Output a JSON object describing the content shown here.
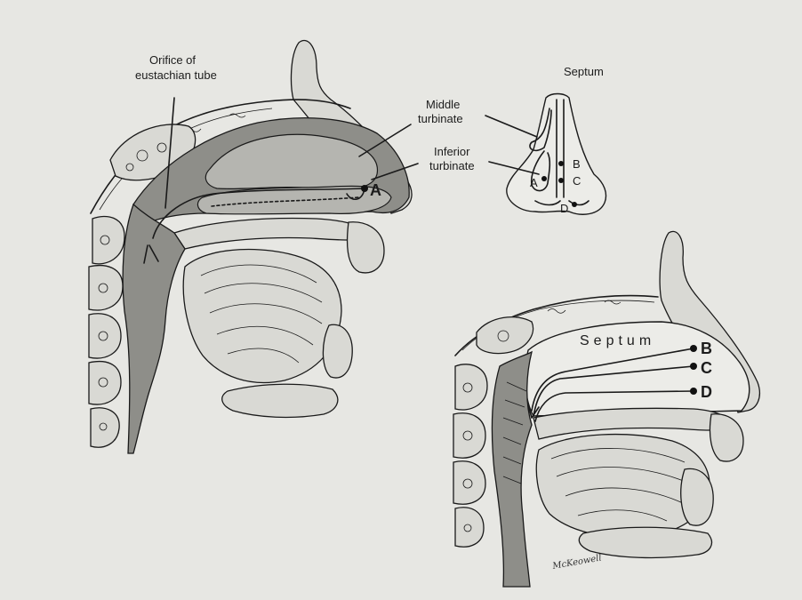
{
  "labels": {
    "orifice": [
      "Orifice of",
      "eustachian tube"
    ],
    "middle": [
      "Middle",
      "turbinate"
    ],
    "inferior": [
      "Inferior",
      "turbinate"
    ],
    "septum_small": "Septum",
    "septum_large": "Septum",
    "point_a_left": "A",
    "point_a_small": "A",
    "point_b_small": "B",
    "point_c_small": "C",
    "point_d_small": "D",
    "route_b": "B",
    "route_c": "C",
    "route_d": "D",
    "signature": "McKeowell"
  }
}
